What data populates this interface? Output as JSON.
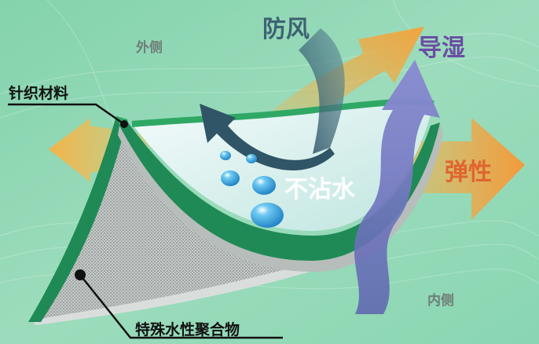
{
  "labels": {
    "outer": "外侧",
    "inner": "内侧",
    "knit": "针织材料",
    "polymer": "特殊水性聚合物",
    "windproof": "防风",
    "moisture": "导湿",
    "elastic": "弹性",
    "water_repellent": "不沾水"
  },
  "colors": {
    "background": "#8fd8b4",
    "fabric_green": "#1f8a55",
    "fabric_edge": "#2fa866",
    "inner_panel": "#b4bbb8",
    "membrane": "#d9ecf2",
    "water_drop": "#1f9ad8",
    "wind_arrow": "#3d6577",
    "moisture_arrow": "#6f72b8",
    "warm_arrow": "#f2a94a",
    "windproof_text": "#3e6273",
    "moisture_text": "#6a4ea3",
    "elastic_text": "#e0652f",
    "water_text": "#ffffff"
  }
}
